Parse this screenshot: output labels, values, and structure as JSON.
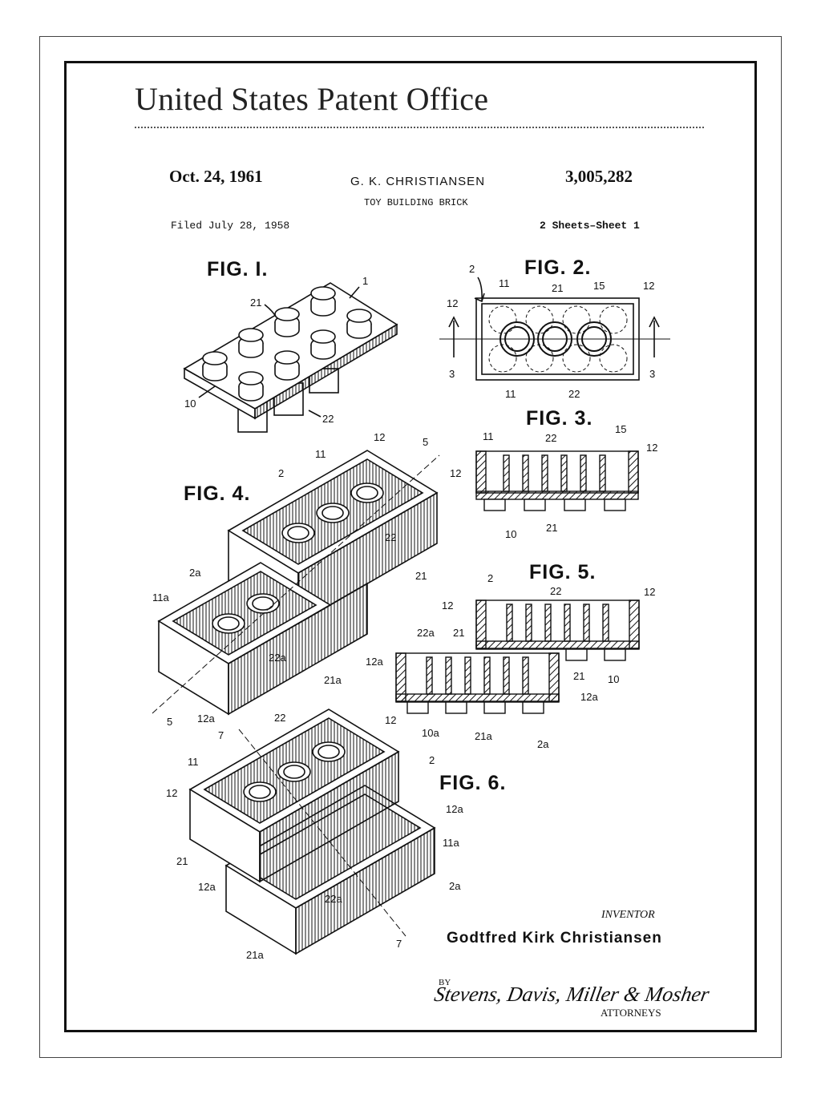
{
  "header": {
    "office_title": "United States Patent Office",
    "date": "Oct. 24, 1961",
    "inventor_short": "G. K. CHRISTIANSEN",
    "patent_number": "3,005,282",
    "title": "TOY BUILDING BRICK",
    "filed": "Filed July 28, 1958",
    "sheets": "2 Sheets–Sheet 1"
  },
  "figures": [
    {
      "label": "FIG. I."
    },
    {
      "label": "FIG. 2."
    },
    {
      "label": "FIG. 3."
    },
    {
      "label": "FIG. 4."
    },
    {
      "label": "FIG. 5."
    },
    {
      "label": "FIG. 6."
    }
  ],
  "reference_numerals": {
    "fig1": [
      "1",
      "21",
      "10",
      "22"
    ],
    "fig2": [
      "2",
      "11",
      "21",
      "15",
      "12",
      "12",
      "3",
      "3",
      "11",
      "22"
    ],
    "fig3": [
      "11",
      "22",
      "15",
      "12",
      "12",
      "10",
      "21"
    ],
    "fig4": [
      "12",
      "5",
      "11",
      "2",
      "22",
      "21",
      "2a",
      "11a",
      "22a",
      "21a",
      "12a",
      "5"
    ],
    "fig5": [
      "2",
      "22",
      "12",
      "12",
      "22a",
      "21",
      "12a",
      "21",
      "10",
      "12a",
      "10a",
      "21a",
      "2a"
    ],
    "fig6": [
      "22",
      "12",
      "7",
      "11",
      "2",
      "12",
      "12a",
      "11a",
      "21",
      "12a",
      "22a",
      "2a",
      "21a",
      "7"
    ]
  },
  "footer": {
    "inventor_label": "INVENTOR",
    "inventor_name": "Godtfred Kirk Christiansen",
    "by": "BY",
    "signature": "Stevens, Davis, Miller & Mosher",
    "attorneys": "ATTORNEYS"
  }
}
